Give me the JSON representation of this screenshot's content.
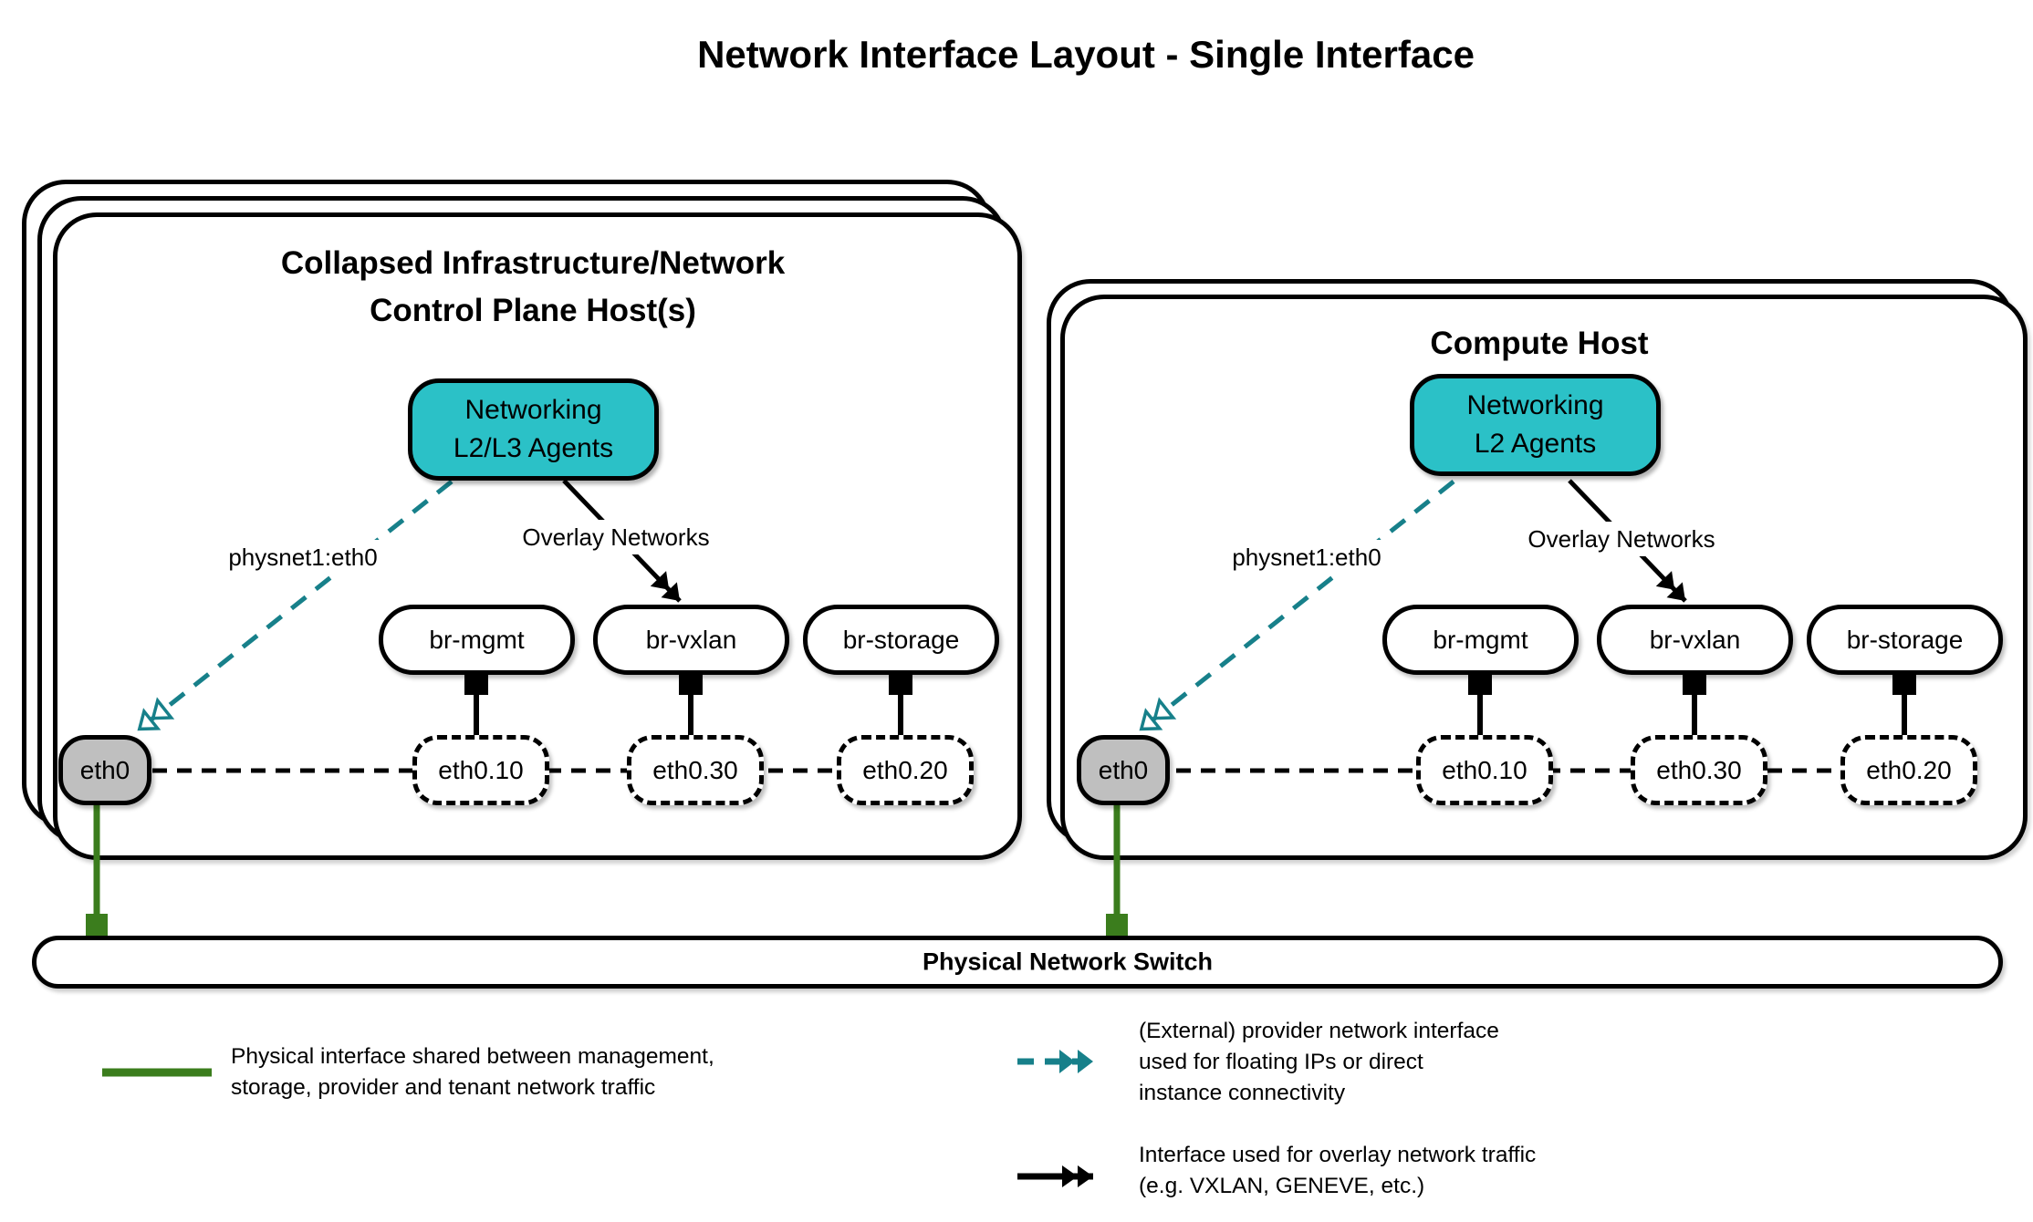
{
  "title": "Network Interface Layout - Single Interface",
  "hosts": [
    {
      "title_line1": "Collapsed Infrastructure/Network",
      "title_line2": "Control Plane Host(s)",
      "agent_line1": "Networking",
      "agent_line2": "L2/L3 Agents",
      "provider_label": "physnet1:eth0",
      "overlay_label": "Overlay Networks",
      "bridges": [
        "br-mgmt",
        "br-vxlan",
        "br-storage"
      ],
      "physical_interface": "eth0",
      "vlan_interfaces": [
        "eth0.10",
        "eth0.30",
        "eth0.20"
      ]
    },
    {
      "title_line1": "Compute Host",
      "agent_line1": "Networking",
      "agent_line2": "L2 Agents",
      "provider_label": "physnet1:eth0",
      "overlay_label": "Overlay Networks",
      "bridges": [
        "br-mgmt",
        "br-vxlan",
        "br-storage"
      ],
      "physical_interface": "eth0",
      "vlan_interfaces": [
        "eth0.10",
        "eth0.30",
        "eth0.20"
      ]
    }
  ],
  "switch_label": "Physical Network Switch",
  "legend": [
    {
      "symbol": "green-line",
      "lines": [
        "Physical interface shared between management,",
        "storage, provider and tenant network traffic"
      ]
    },
    {
      "symbol": "teal-dashed-arrow",
      "lines": [
        "(External) provider network interface",
        "used for floating IPs or direct",
        "instance connectivity"
      ]
    },
    {
      "symbol": "black-arrow",
      "lines": [
        "Interface used for overlay network traffic",
        "(e.g. VXLAN, GENEVE, etc.)"
      ]
    }
  ],
  "colors": {
    "agent_fill": "#2BC1C7",
    "provider_arrow": "#17808A",
    "physical_link_green": "#3B7D1D",
    "interface_fill": "#BFBFBF"
  }
}
